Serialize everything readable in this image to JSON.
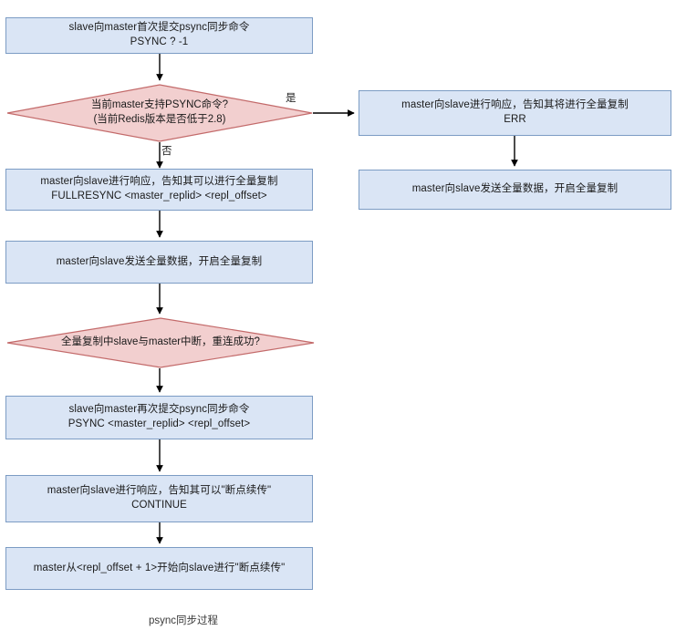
{
  "diagram": {
    "caption": "psync同步过程",
    "colors": {
      "process_fill": "#dae5f5",
      "process_border": "#7c9cc4",
      "decision_fill": "#f2cfcf",
      "decision_border": "#c36a6a",
      "edge": "#000000",
      "text": "#1a1a1a"
    },
    "nodes": [
      {
        "id": "n1",
        "type": "process",
        "lines": [
          "slave向master首次提交psync同步命令",
          "PSYNC ?  -1"
        ]
      },
      {
        "id": "d1",
        "type": "decision",
        "lines": [
          "当前master支持PSYNC命令?",
          "(当前Redis版本是否低于2.8)"
        ]
      },
      {
        "id": "r1",
        "type": "process",
        "lines": [
          "master向slave进行响应，告知其将进行全量复制",
          "ERR"
        ]
      },
      {
        "id": "r2",
        "type": "process",
        "lines": [
          "master向slave发送全量数据，开启全量复制"
        ]
      },
      {
        "id": "n2",
        "type": "process",
        "lines": [
          "master向slave进行响应，告知其可以进行全量复制",
          "FULLRESYNC <master_replid> <repl_offset>"
        ]
      },
      {
        "id": "n3",
        "type": "process",
        "lines": [
          "master向slave发送全量数据，开启全量复制"
        ]
      },
      {
        "id": "d2",
        "type": "decision",
        "lines": [
          "全量复制中slave与master中断，重连成功?"
        ]
      },
      {
        "id": "n4",
        "type": "process",
        "lines": [
          "slave向master再次提交psync同步命令",
          "PSYNC <master_replid> <repl_offset>"
        ]
      },
      {
        "id": "n5",
        "type": "process",
        "lines": [
          "master向slave进行响应，告知其可以\"断点续传\"",
          "CONTINUE"
        ]
      },
      {
        "id": "n6",
        "type": "process",
        "lines": [
          "master从<repl_offset + 1>开始向slave进行\"断点续传\""
        ]
      }
    ],
    "edge_labels": {
      "yes": "是",
      "no": "否"
    }
  }
}
